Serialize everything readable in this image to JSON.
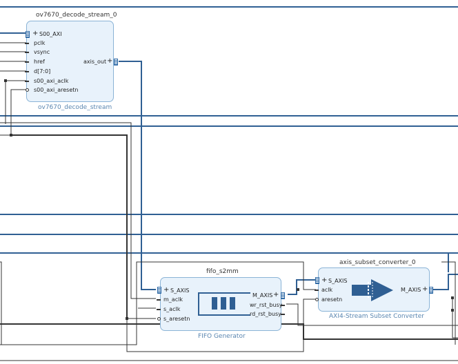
{
  "blocks": {
    "decode": {
      "instance_name": "ov7670_decode_stream_0",
      "ip_name": "ov7670_decode_stream",
      "inputs": [
        "S00_AXI",
        "pclk",
        "vsync",
        "href",
        "d[7:0]",
        "s00_axi_aclk",
        "s00_axi_aresetn"
      ],
      "outputs": [
        "axis_out"
      ]
    },
    "fifo": {
      "instance_name": "fifo_s2mm",
      "ip_name": "FIFO Generator",
      "inputs": [
        "S_AXIS",
        "m_aclk",
        "s_aclk",
        "s_aresetn"
      ],
      "outputs": [
        "M_AXIS",
        "wr_rst_busy",
        "rd_rst_busy"
      ]
    },
    "subset": {
      "instance_name": "axis_subset_converter_0",
      "ip_name": "AXI4-Stream Subset Converter",
      "inputs": [
        "S_AXIS",
        "aclk",
        "aresetn"
      ],
      "outputs": [
        "M_AXIS"
      ]
    }
  },
  "colors": {
    "bus": "#2f5f93",
    "wire": "#333333",
    "block_fill": "#e8f2fb",
    "block_border": "#8ab3d6",
    "ip_label": "#5a86b0"
  }
}
